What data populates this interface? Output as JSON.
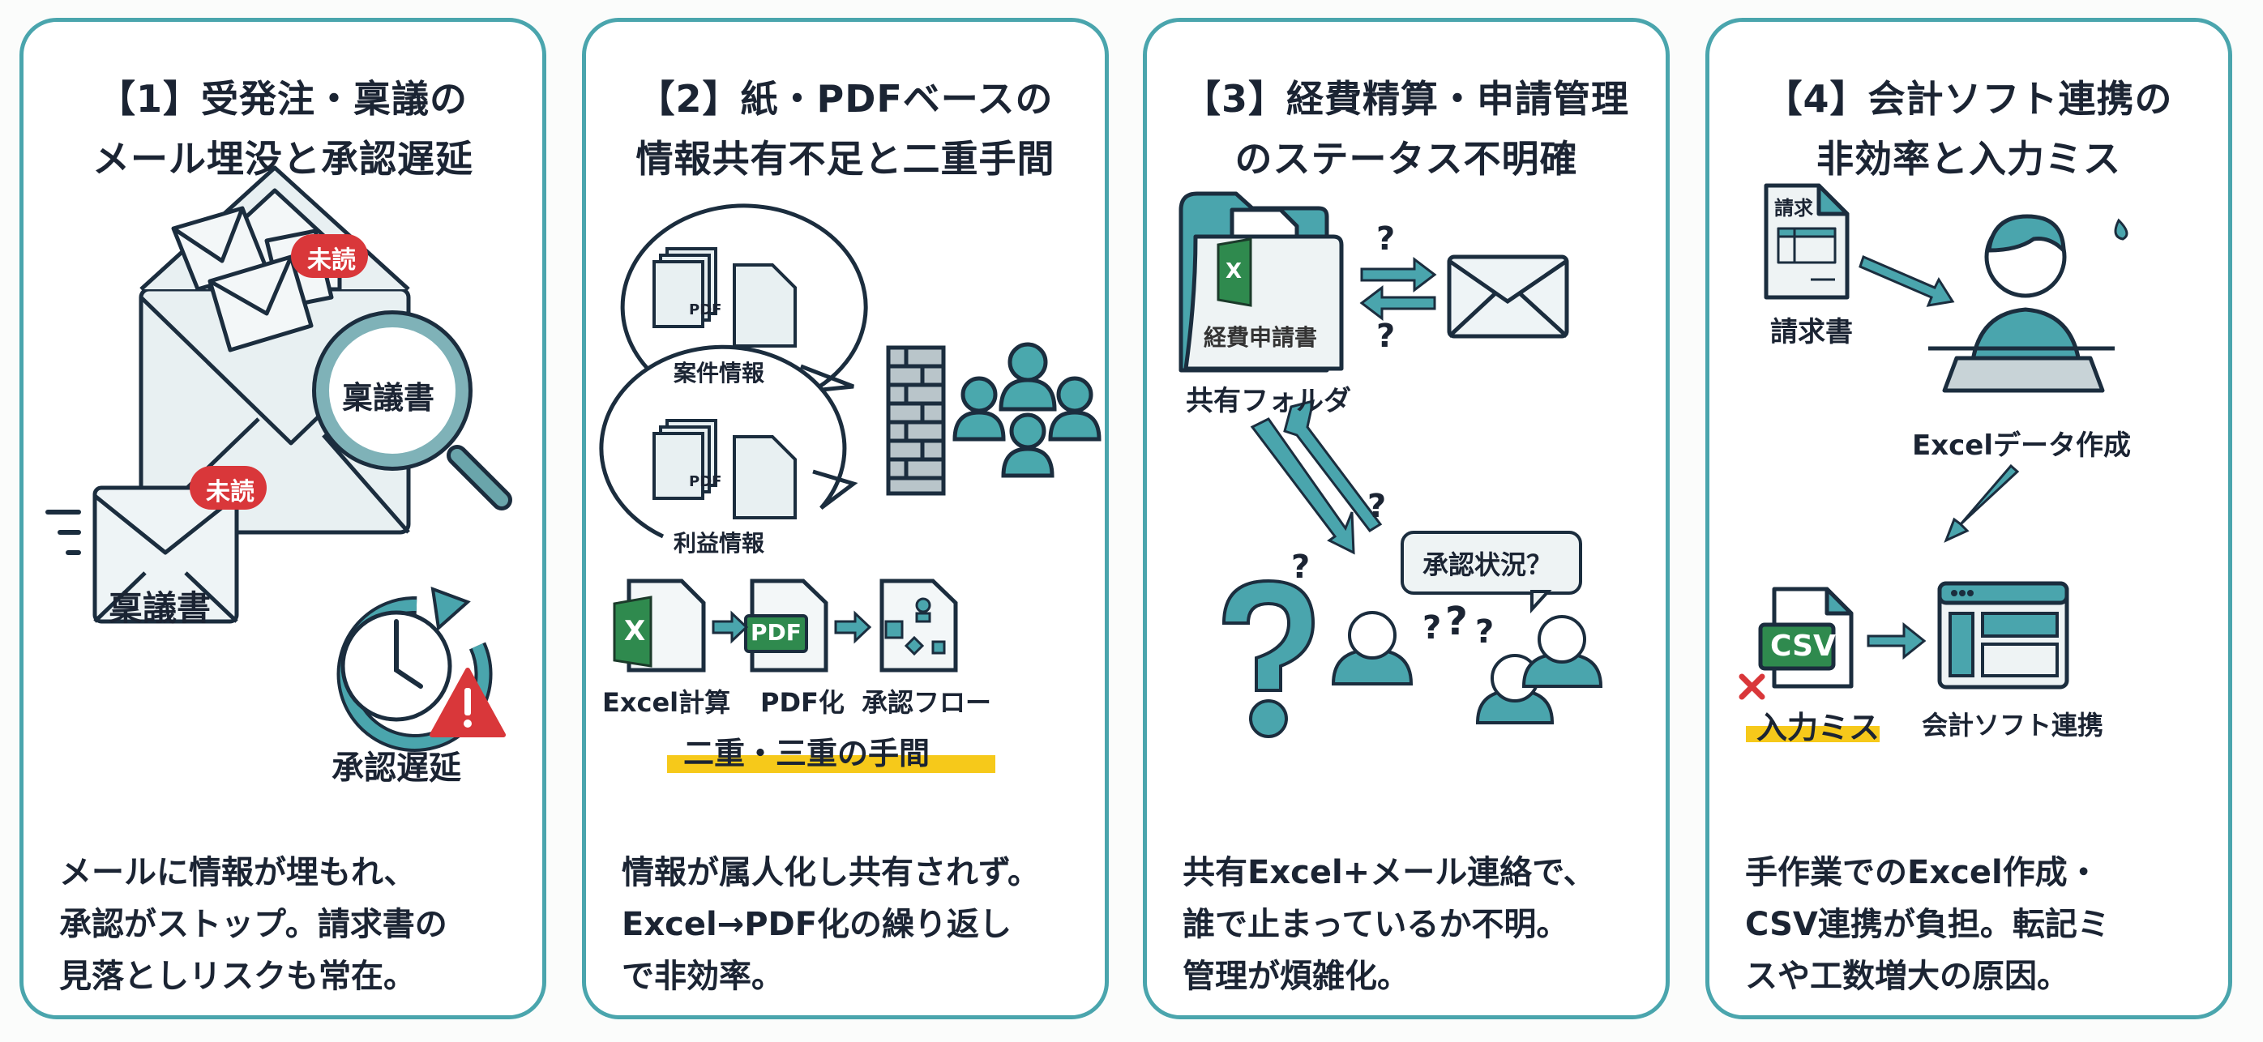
{
  "colors": {
    "accent": "#4aa5ad",
    "stroke": "#1b2d3e",
    "alert": "#d9373a",
    "highlight": "#f6c91a",
    "excel_green": "#2f8a4e"
  },
  "panels": [
    {
      "title": "【1】受発注・稟議の\nメール埋没と承認遅延",
      "icons": [
        "envelope-stack-icon",
        "magnifier-icon",
        "clock-icon",
        "warning-icon"
      ],
      "badge_unread_1": "未読",
      "badge_unread_2": "未読",
      "magnifier_text": "稟議書",
      "label_ringi": "稟議書",
      "label_delay": "承認遅延",
      "description": "メールに情報が埋もれ、\n承認がストップ。請求書の\n見落としリスクも常在。"
    },
    {
      "title": "【2】紙・PDFベースの\n情報共有不足と二重手間",
      "icons": [
        "document-stack-icon",
        "pdf-icon",
        "brick-wall-icon",
        "team-icon",
        "excel-icon",
        "workflow-icon"
      ],
      "bubble_1_label": "案件情報",
      "bubble_2_label": "利益情報",
      "pdf_tag": "PDF",
      "excel_letter": "X",
      "pdf_badge": "PDF",
      "step_1": "Excel計算",
      "step_2": "PDF化",
      "step_3": "承認フロー",
      "highlight": "二重・三重の手間",
      "description": "情報が属人化し共有されず。\nExcel→PDF化の繰り返し\nで非効率。"
    },
    {
      "title": "【3】経費精算・申請管理\nのステータス不明確",
      "icons": [
        "folder-icon",
        "excel-icon",
        "envelope-icon",
        "question-icon",
        "people-icon"
      ],
      "excel_letter": "X",
      "folder_doc_label": "経費申請書",
      "folder_label": "共有フォルダ",
      "question_mark": "?",
      "speech": "承認状況？",
      "description": "共有Excel+メール連絡で、\n誰で止まっているか不明。\n管理が煩雑化。"
    },
    {
      "title": "【4】会計ソフト連携の\n非効率と入力ミス",
      "icons": [
        "invoice-icon",
        "person-typing-icon",
        "csv-file-icon",
        "app-window-icon",
        "error-x-icon"
      ],
      "invoice_doc_text": "請求",
      "label_invoice": "請求書",
      "label_excel": "Excelデータ作成",
      "csv_badge": "CSV",
      "label_error": "入力ミス",
      "label_software": "会計ソフト連携",
      "description": "手作業でのExcel作成・\nCSV連携が負担。転記ミ\nスや工数増大の原因。"
    }
  ]
}
